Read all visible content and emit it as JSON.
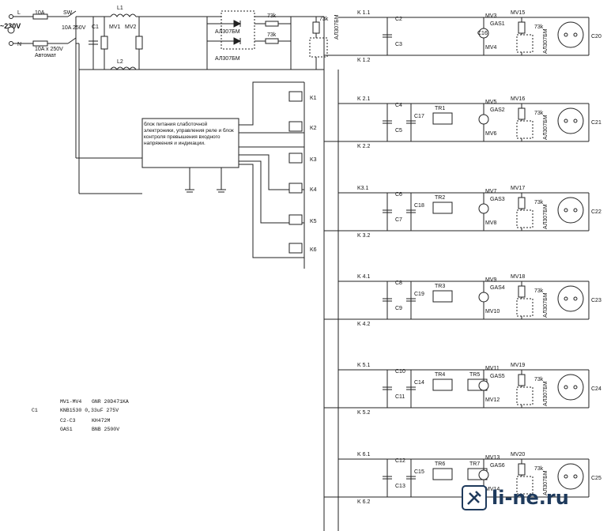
{
  "mains": {
    "voltage": "~230V",
    "line_label": "L",
    "neutral_label": "N",
    "fuse_label": "10A",
    "switch_label": "SW",
    "switch_rating": "10A\n250V",
    "breaker_label": "10A x 250V",
    "breaker_name": "Автомат"
  },
  "filter": {
    "c1": "C1",
    "mv1": "MV1",
    "mv2": "MV2",
    "l1": "L1",
    "l2": "L2"
  },
  "indicator": {
    "led_label": "АЛ307БМ",
    "resistor_label": "73k"
  },
  "control_block": {
    "text": "блок питания слаботочной электроники, управления реле и блок контроля превышения входного напряжения и индикации.",
    "relays": [
      "K1",
      "K2",
      "K3",
      "K4",
      "K5",
      "K6"
    ]
  },
  "channels": [
    {
      "k_top": "K 1.1",
      "k_bot": "K 1.2",
      "caps": [
        "C2",
        "C3"
      ],
      "mv": [
        "MV3",
        "MV4"
      ],
      "gas": "GAS1",
      "c_out": "C16",
      "mv_out": "MV15",
      "socket": "C20",
      "tr": []
    },
    {
      "k_top": "K 2.1",
      "k_bot": "K 2.2",
      "caps": [
        "C4",
        "C5"
      ],
      "c_mid": "C17",
      "tr": [
        "TR1"
      ],
      "mv": [
        "MV5",
        "MV6"
      ],
      "gas": "GAS2",
      "mv_out": "MV16",
      "socket": "C21"
    },
    {
      "k_top": "K3.1",
      "k_bot": "K 3.2",
      "caps": [
        "C6",
        "C7"
      ],
      "c_mid": "C18",
      "tr": [
        "TR2"
      ],
      "mv": [
        "MV7",
        "MV8"
      ],
      "gas": "GAS3",
      "mv_out": "MV17",
      "socket": "C22"
    },
    {
      "k_top": "K 4.1",
      "k_bot": "K 4.2",
      "caps": [
        "C8",
        "C9"
      ],
      "c_mid": "C19",
      "tr": [
        "TR3"
      ],
      "mv": [
        "MV9",
        "MV10"
      ],
      "gas": "GAS4",
      "mv_out": "MV18",
      "socket": "C23"
    },
    {
      "k_top": "K 5.1",
      "k_bot": "K 5.2",
      "caps": [
        "C10",
        "C11"
      ],
      "c_mid": "C14",
      "tr": [
        "TR4",
        "TR5"
      ],
      "mv": [
        "MV11",
        "MV12"
      ],
      "gas": "GAS5",
      "mv_out": "MV19",
      "socket": "C24"
    },
    {
      "k_top": "K 6.1",
      "k_bot": "K 6.2",
      "caps": [
        "C12",
        "C13"
      ],
      "c_mid": "C15",
      "tr": [
        "TR6",
        "TR7"
      ],
      "mv": [
        "MV13",
        "MV14"
      ],
      "gas": "GAS6",
      "mv_out": "MV20",
      "socket": "C25"
    }
  ],
  "legend": [
    {
      "ref": "MV1-MV4",
      "value": "GNR 20D471KA"
    },
    {
      "ref": "C1",
      "value": "KNB1530  0,33uF 275V"
    },
    {
      "ref": "C2-C3",
      "value": "KH472M"
    },
    {
      "ref": "GAS1",
      "value": "BNB 2500V"
    }
  ],
  "watermark": "li-ne.ru"
}
